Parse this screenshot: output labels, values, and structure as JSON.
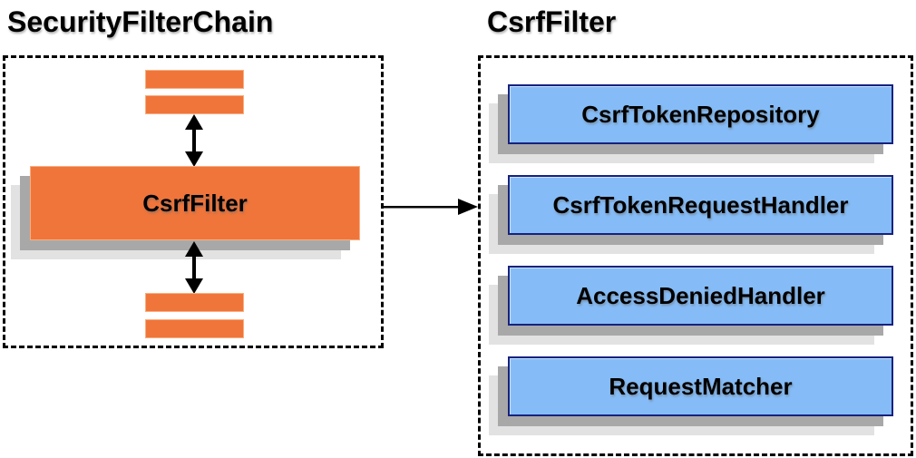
{
  "titles": {
    "left": "SecurityFilterChain",
    "right": "CsrfFilter"
  },
  "security_filter_chain": {
    "filter_label": "CsrfFilter"
  },
  "csrf_filter": {
    "components": [
      "CsrfTokenRepository",
      "CsrfTokenRequestHandler",
      "AccessDeniedHandler",
      "RequestMatcher"
    ]
  },
  "icons": {
    "vertical_arrows": "double-headed-arrow",
    "link_arrow": "arrow-right"
  },
  "colors": {
    "orange_fill": "#F0753B",
    "orange_border": "#F9AE7E",
    "blue_fill": "#85BCF7",
    "blue_border": "#16227E",
    "shadow_dark": "#A8A8A8",
    "shadow_light": "#E2E2E2",
    "dashed_border": "#000000",
    "arrow": "#000000",
    "text": "#000000"
  }
}
